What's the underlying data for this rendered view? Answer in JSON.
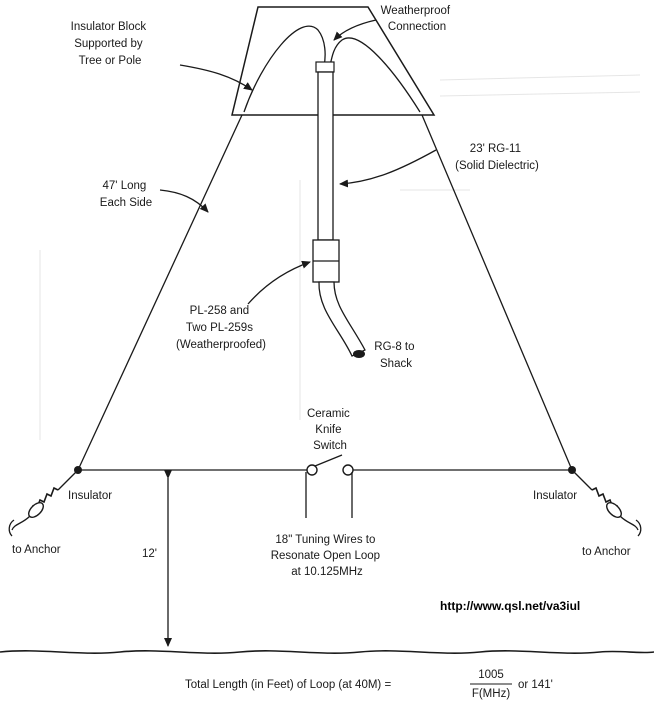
{
  "labels": {
    "insulator_block": [
      "Insulator Block",
      "Supported by",
      "Tree or Pole"
    ],
    "weatherproof_connection": [
      "Weatherproof",
      "Connection"
    ],
    "long_each_side": [
      "47' Long",
      "Each Side"
    ],
    "rg11": [
      "23' RG-11",
      "(Solid Dielectric)"
    ],
    "pl258": [
      "PL-258 and",
      "Two PL-259s",
      "(Weatherproofed)"
    ],
    "rg8": [
      "RG-8 to",
      "Shack"
    ],
    "ceramic_switch": [
      "Ceramic",
      "Knife",
      "Switch"
    ],
    "insulator_left": "Insulator",
    "insulator_right": "Insulator",
    "anchor_left": "to Anchor",
    "anchor_right": "to Anchor",
    "tuning_wires": [
      "18\" Tuning Wires to",
      "Resonate Open Loop",
      "at 10.125MHz"
    ],
    "height": "12'",
    "url": "http://www.qsl.net/va3iul",
    "formula_left": "Total Length (in Feet) of Loop (at 40M) =",
    "formula_numerator": "1005",
    "formula_denominator": "F(MHz)",
    "formula_right": "or 141'"
  }
}
